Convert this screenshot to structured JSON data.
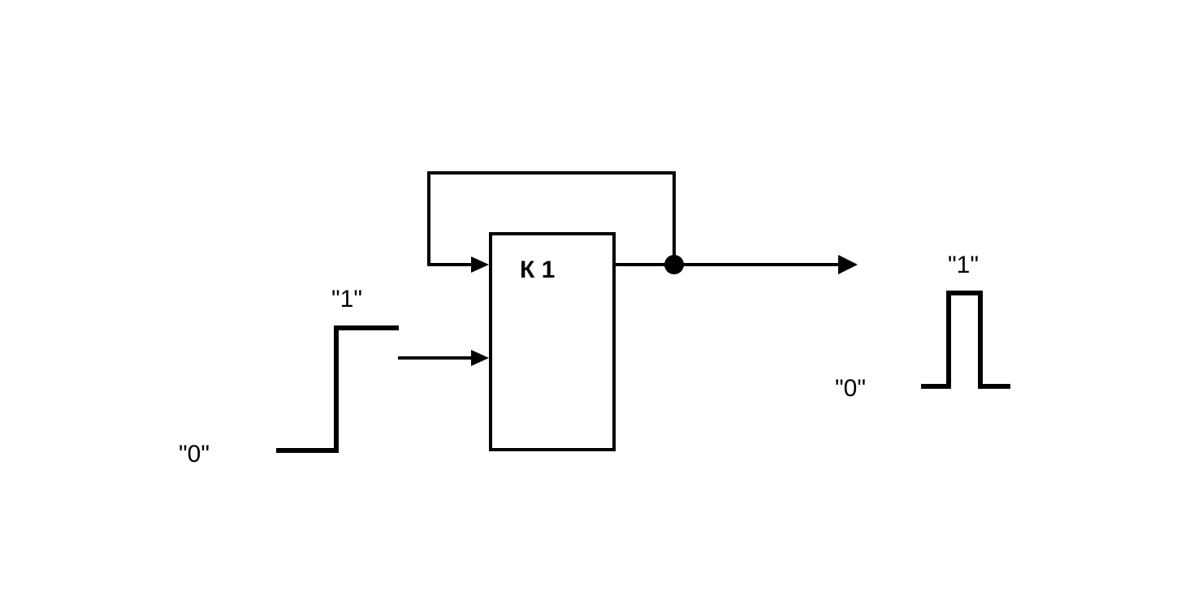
{
  "block": {
    "label": "К 1"
  },
  "input_signal": {
    "low_label": "\"0\"",
    "high_label": "\"1\""
  },
  "output_signal": {
    "low_label": "\"0\"",
    "high_label": "\"1\""
  }
}
